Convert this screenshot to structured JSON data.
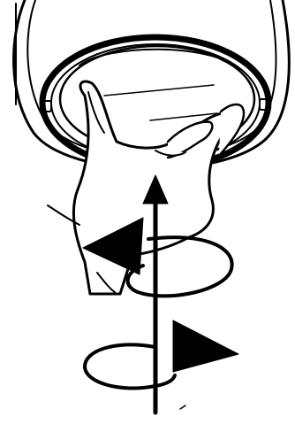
{
  "figure": {
    "subject": "light-fixture-cover-removal",
    "steps": [
      {
        "action": "push-up",
        "direction": "up"
      },
      {
        "action": "rotate-left",
        "direction": "counterclockwise"
      },
      {
        "action": "rotate-right",
        "direction": "clockwise"
      }
    ]
  },
  "colors": {
    "ink": "#000000",
    "paper": "#ffffff"
  }
}
